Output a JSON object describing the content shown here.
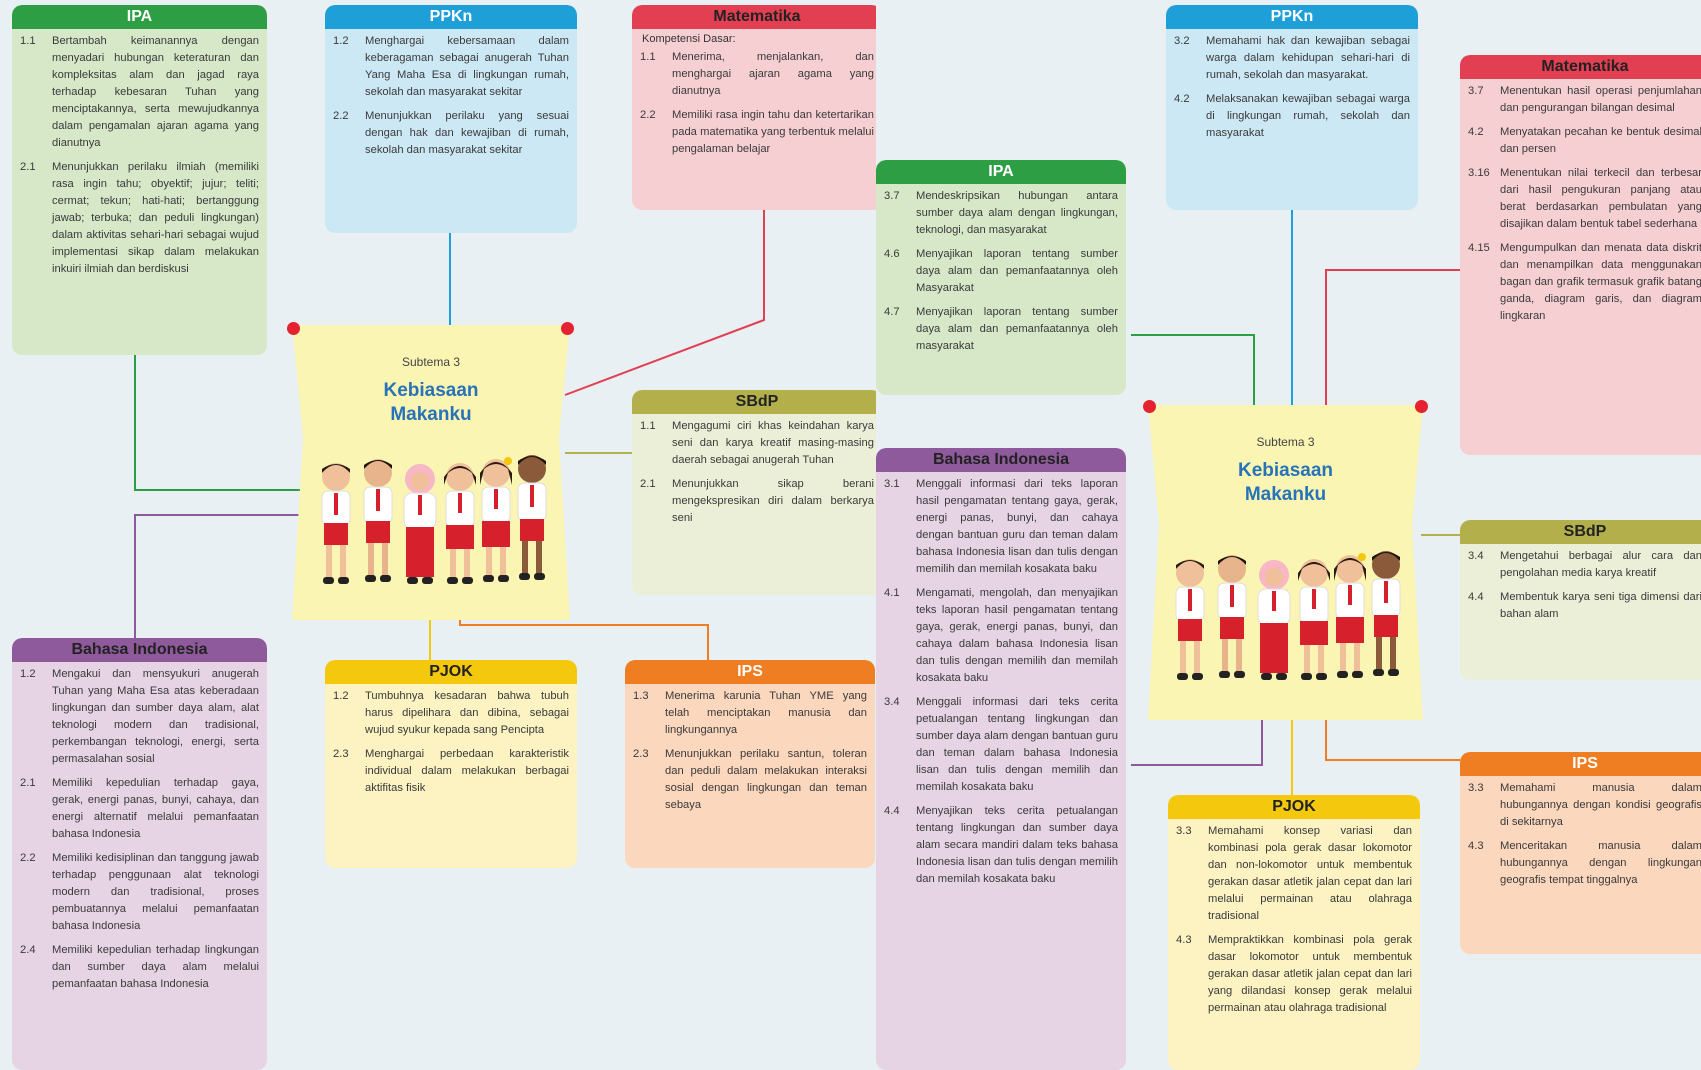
{
  "left": {
    "ipa": {
      "title": "IPA",
      "items": [
        {
          "code": "1.1",
          "text": "Bertambah keimanannya dengan menyadari hubungan keteraturan dan kompleksitas alam dan jagad raya terhadap kebesaran Tuhan yang menciptakannya, serta mewujudkannya dalam pengamalan ajaran agama yang dianutnya"
        },
        {
          "code": "2.1",
          "text": "Menunjukkan perilaku ilmiah (memiliki rasa ingin tahu; obyektif; jujur; teliti; cermat; tekun; hati-hati; bertanggung jawab; terbuka; dan peduli lingkungan) dalam aktivitas sehari-hari sebagai wujud implementasi sikap dalam melakukan inkuiri ilmiah dan berdiskusi"
        }
      ]
    },
    "ppkn": {
      "title": "PPKn",
      "items": [
        {
          "code": "1.2",
          "text": "Menghargai kebersamaan dalam keberagaman sebagai anugerah Tuhan Yang Maha Esa di lingkungan rumah, sekolah dan masyarakat sekitar"
        },
        {
          "code": "2.2",
          "text": "Menunjukkan perilaku yang sesuai dengan hak dan kewajiban di rumah, sekolah dan masyarakat sekitar"
        }
      ]
    },
    "matematika": {
      "title": "Matematika",
      "intro": "Kompetensi Dasar:",
      "items": [
        {
          "code": "1.1",
          "text": "Menerima, menjalankan, dan menghargai ajaran agama yang dianutnya"
        },
        {
          "code": "2.2",
          "text": "Memiliki rasa ingin tahu dan ketertarikan pada matematika yang terbentuk melalui pengalaman belajar"
        }
      ]
    },
    "sbdp": {
      "title": "SBdP",
      "items": [
        {
          "code": "1.1",
          "text": "Mengagumi ciri khas keindahan karya seni dan karya kreatif masing-masing daerah sebagai anugerah Tuhan"
        },
        {
          "code": "2.1",
          "text": "Menunjukkan sikap berani mengekspresikan diri dalam berkarya seni"
        }
      ]
    },
    "bahasa": {
      "title": "Bahasa Indonesia",
      "items": [
        {
          "code": "1.2",
          "text": "Mengakui dan mensyukuri anugerah Tuhan yang Maha Esa atas keberadaan lingkungan dan sumber daya alam, alat teknologi modern dan tradisional, perkembangan teknologi, energi, serta permasalahan sosial"
        },
        {
          "code": "2.1",
          "text": "Memiliki kepedulian terhadap gaya, gerak, energi panas, bunyi, cahaya, dan energi alternatif melalui pemanfaatan bahasa Indonesia"
        },
        {
          "code": "2.2",
          "text": "Memiliki kedisiplinan dan tanggung jawab terhadap penggunaan alat teknologi modern dan tradisional, proses pembuatannya melalui pemanfaatan bahasa Indonesia"
        },
        {
          "code": "2.4",
          "text": "Memiliki kepedulian terhadap lingkungan dan sumber daya alam melalui pemanfaatan bahasa Indonesia"
        }
      ]
    },
    "pjok": {
      "title": "PJOK",
      "items": [
        {
          "code": "1.2",
          "text": "Tumbuhnya kesadaran bahwa tubuh harus dipelihara dan dibina, sebagai wujud syukur kepada sang Pencipta"
        },
        {
          "code": "2.3",
          "text": "Menghargai perbedaan karakteristik individual dalam melakukan berbagai aktifitas fisik"
        }
      ]
    },
    "ips": {
      "title": "IPS",
      "items": [
        {
          "code": "1.3",
          "text": "Menerima karunia Tuhan YME yang telah menciptakan manusia dan lingkungannya"
        },
        {
          "code": "2.3",
          "text": "Menunjukkan perilaku santun, toleran dan peduli dalam melakukan interaksi sosial dengan lingkungan dan teman sebaya"
        }
      ]
    },
    "poster": {
      "subtitle": "Subtema 3",
      "title_line1": "Kebiasaan",
      "title_line2": "Makanku"
    }
  },
  "right": {
    "ppkn": {
      "title": "PPKn",
      "items": [
        {
          "code": "3.2",
          "text": "Memahami hak dan kewajiban sebagai warga dalam kehidupan sehari-hari di rumah, sekolah dan masyarakat."
        },
        {
          "code": "4.2",
          "text": "Melaksanakan kewajiban sebagai warga di lingkungan rumah, sekolah dan masyarakat"
        }
      ]
    },
    "ipa": {
      "title": "IPA",
      "items": [
        {
          "code": "3.7",
          "text": "Mendeskripsikan hubungan antara sumber daya alam dengan lingkungan, teknologi, dan masyarakat"
        },
        {
          "code": "4.6",
          "text": "Menyajikan laporan tentang sumber daya alam dan pemanfaatannya oleh Masyarakat"
        },
        {
          "code": "4.7",
          "text": "Menyajikan laporan tentang sumber daya alam dan pemanfaatannya oleh masyarakat"
        }
      ]
    },
    "matematika": {
      "title": "Matematika",
      "items": [
        {
          "code": "3.7",
          "text": "Menentukan hasil operasi penjumlahan dan pengurangan bilangan desimal"
        },
        {
          "code": "4.2",
          "text": "Menyatakan pecahan ke bentuk desimal dan persen"
        },
        {
          "code": "3.16",
          "text": "Menentukan nilai terkecil dan terbesar dari hasil pengukuran panjang atau berat berdasarkan pembulatan yang disajikan dalam bentuk tabel sederhana"
        },
        {
          "code": "4.15",
          "text": "Mengumpulkan dan menata data diskrit dan menampilkan data menggunakan bagan dan grafik termasuk grafik batang ganda, diagram garis, dan diagram lingkaran"
        }
      ]
    },
    "bahasa": {
      "title": "Bahasa Indonesia",
      "items": [
        {
          "code": "3.1",
          "text": "Menggali informasi dari teks laporan hasil pengamatan tentang gaya, gerak, energi panas, bunyi, dan cahaya dengan bantuan guru dan teman dalam bahasa Indonesia lisan dan tulis dengan memilih dan memilah kosakata baku"
        },
        {
          "code": "4.1",
          "text": "Mengamati, mengolah, dan menyajikan teks laporan hasil pengamatan tentang gaya, gerak, energi panas, bunyi, dan cahaya dalam bahasa Indonesia lisan dan tulis dengan memilih dan memilah kosakata baku"
        },
        {
          "code": "3.4",
          "text": "Menggali informasi dari teks cerita petualangan tentang lingkungan dan sumber daya alam dengan bantuan guru dan teman dalam bahasa Indonesia lisan dan tulis dengan memilih dan memilah kosakata baku"
        },
        {
          "code": "4.4",
          "text": "Menyajikan teks cerita petualangan tentang lingkungan dan sumber daya alam secara mandiri dalam teks bahasa Indonesia lisan dan tulis dengan memilih dan memilah kosakata baku"
        }
      ]
    },
    "sbdp": {
      "title": "SBdP",
      "items": [
        {
          "code": "3.4",
          "text": "Mengetahui berbagai alur cara dan pengolahan media karya kreatif"
        },
        {
          "code": "4.4",
          "text": "Membentuk karya seni tiga dimensi dari bahan alam"
        }
      ]
    },
    "pjok": {
      "title": "PJOK",
      "items": [
        {
          "code": "3.3",
          "text": "Memahami konsep variasi dan kombinasi pola gerak dasar lokomotor dan non-lokomotor untuk membentuk gerakan dasar atletik jalan cepat dan lari melalui permainan atau olahraga tradisional"
        },
        {
          "code": "4.3",
          "text": "Mempraktikkan kombinasi pola gerak dasar lokomotor untuk membentuk gerakan dasar atletik jalan cepat dan lari yang dilandasi konsep gerak melalui permainan atau olahraga tradisional"
        }
      ]
    },
    "ips": {
      "title": "IPS",
      "items": [
        {
          "code": "3.3",
          "text": "Memahami manusia dalam hubungannya dengan kondisi geografis di sekitarnya"
        },
        {
          "code": "4.3",
          "text": "Menceritakan manusia dalam hubungannya dengan lingkungan geografis tempat tinggalnya"
        }
      ]
    },
    "poster": {
      "subtitle": "Subtema 3",
      "title_line1": "Kebiasaan",
      "title_line2": "Makanku"
    }
  },
  "colors": {
    "ipa": "#2e9e45",
    "ppkn": "#1f9fd8",
    "matematika": "#e23f52",
    "sbdp": "#b3b04c",
    "bahasa": "#8e5a9b",
    "pjok": "#f3c80d",
    "ips": "#ef7d22",
    "poster": "#fbf5b4",
    "background": "#e9f0f3",
    "poster_title": "#2873b8",
    "pin": "#e3232f"
  },
  "icons": [
    "kids-group-illustration",
    "pin-icon"
  ]
}
